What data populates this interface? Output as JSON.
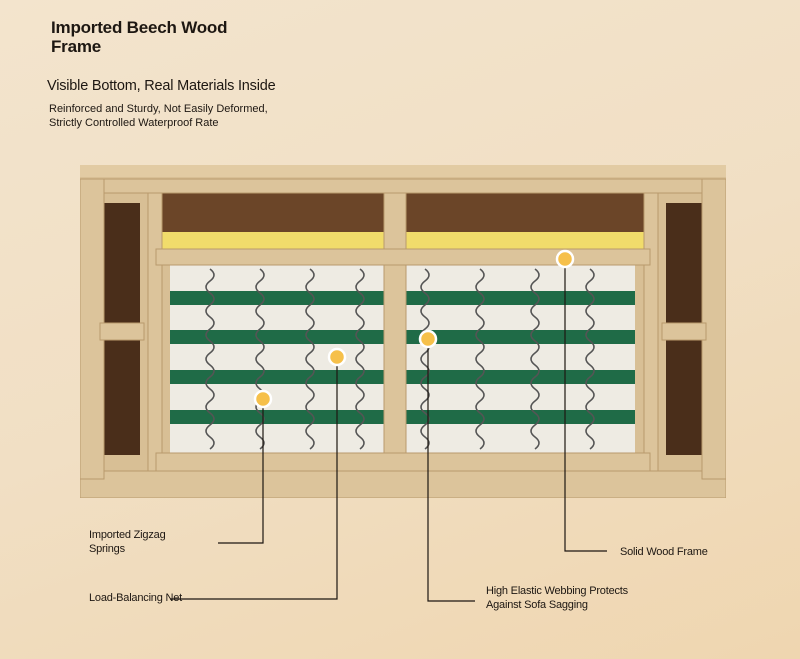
{
  "header": {
    "title": "Imported Beech Wood Frame",
    "subtitle": "Visible Bottom, Real Materials Inside",
    "description_line1": "Reinforced and Sturdy, Not Easily Deformed,",
    "description_line2": "Strictly Controlled Waterproof Rate"
  },
  "callouts": {
    "springs_line1": "Imported Zigzag",
    "springs_line2": "Springs",
    "net": "Load-Balancing Net",
    "webbing_line1": "High Elastic Webbing Protects",
    "webbing_line2": "Against Sofa Sagging",
    "frame": "Solid Wood Frame"
  },
  "colors": {
    "wood": "#d9bf93",
    "webbing": "#1f6b47",
    "foam": "#f2e07a",
    "dot": "#f6c04a"
  }
}
